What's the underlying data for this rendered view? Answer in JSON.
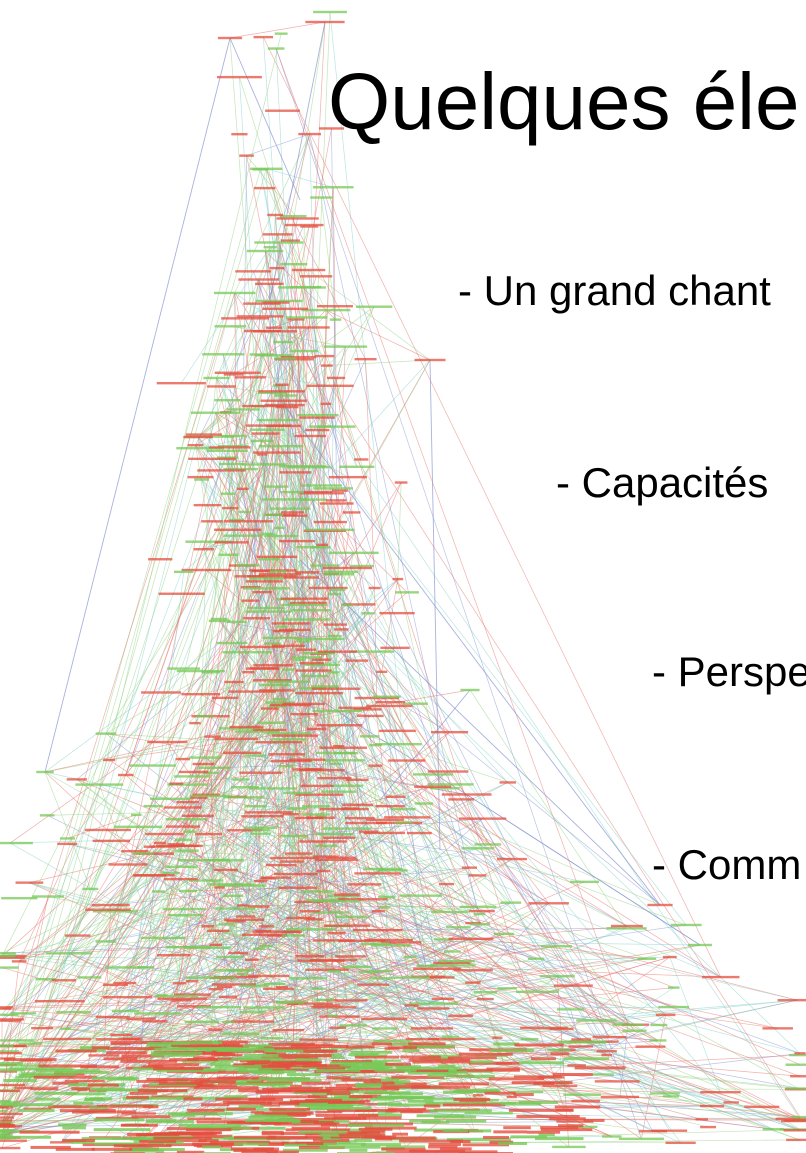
{
  "slide": {
    "title": "Quelques éle",
    "bullets": [
      "- Un grand chant",
      "- Capacités",
      "- Perspe",
      "- Comm"
    ]
  },
  "background": {
    "description_colors": {
      "edge_red": "#e0584f",
      "edge_green": "#7ec86a",
      "edge_blue": "#6f7fc8",
      "edge_cyan": "#6cc7c0",
      "node_red": "#e0301e",
      "node_green": "#5fbf3a"
    }
  }
}
